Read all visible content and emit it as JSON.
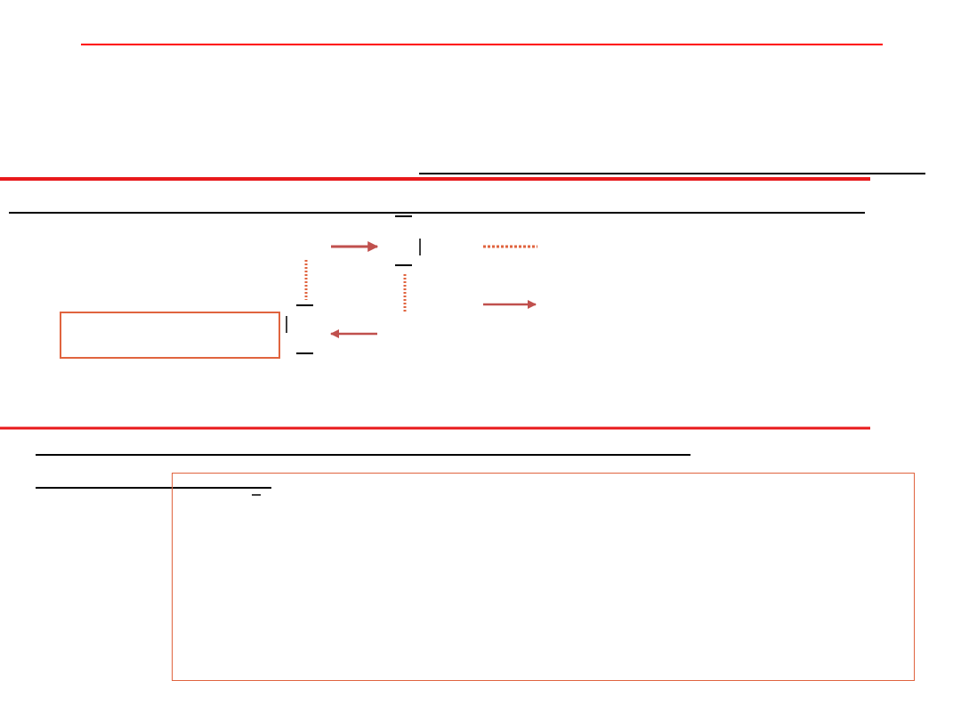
{
  "slide": {
    "background": "#ffffff",
    "colors": {
      "rule_red": "#ff0000",
      "rule_dark_red": "#e8191b",
      "arrow": "#c0504d",
      "dotted_connector": "#e0643f",
      "box_border": "#e0643f",
      "ink": "#000000"
    }
  },
  "diagram": {
    "arrows": [
      {
        "name": "arrow-right-top",
        "direction": "right"
      },
      {
        "name": "arrow-left-bottom",
        "direction": "left"
      },
      {
        "name": "arrow-right-legend",
        "direction": "right"
      }
    ],
    "dotted_connectors": [
      {
        "name": "dotted-connector-left",
        "orientation": "vertical"
      },
      {
        "name": "dotted-connector-right",
        "orientation": "vertical"
      },
      {
        "name": "dotted-legend-line",
        "orientation": "horizontal"
      }
    ],
    "boxes": [
      {
        "name": "outlined-box-small"
      },
      {
        "name": "outlined-box-large"
      }
    ]
  }
}
